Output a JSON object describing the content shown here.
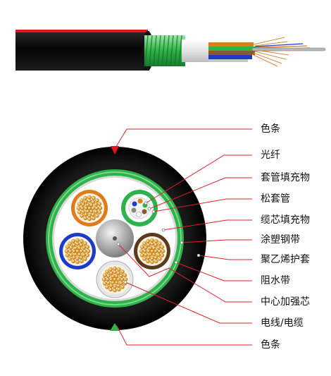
{
  "labels": {
    "color_stripe_top": "色条",
    "optical_fiber": "光纤",
    "tube_filling": "套管填充物",
    "loose_tube": "松套管",
    "core_filling": "缆芯填充物",
    "plastic_coated_steel_tape": "涂塑钢带",
    "pe_sheath": "聚乙烯护套",
    "water_blocking_tape": "阻水带",
    "central_strength_member": "中心加强芯",
    "electric_wire_cable": "电线/电缆",
    "color_stripe_bottom": "色条"
  },
  "colors": {
    "jacket": "#0d0d0d",
    "armor_green": "#2db34a",
    "stripe_red": "#e8141c",
    "leader_red": "#e0202a",
    "copper": "#e8a640",
    "strength_member": "#9a9a9a",
    "tube_orange": "#e07a1a",
    "tube_blue": "#1a3cc8",
    "tube_brown": "#5c3a1c",
    "tube_white": "#e6e6e6",
    "fiber_colors": [
      "#1a3cc8",
      "#e07a1a",
      "#2db34a",
      "#8b5a2b",
      "#ffffff",
      "#888888"
    ]
  }
}
